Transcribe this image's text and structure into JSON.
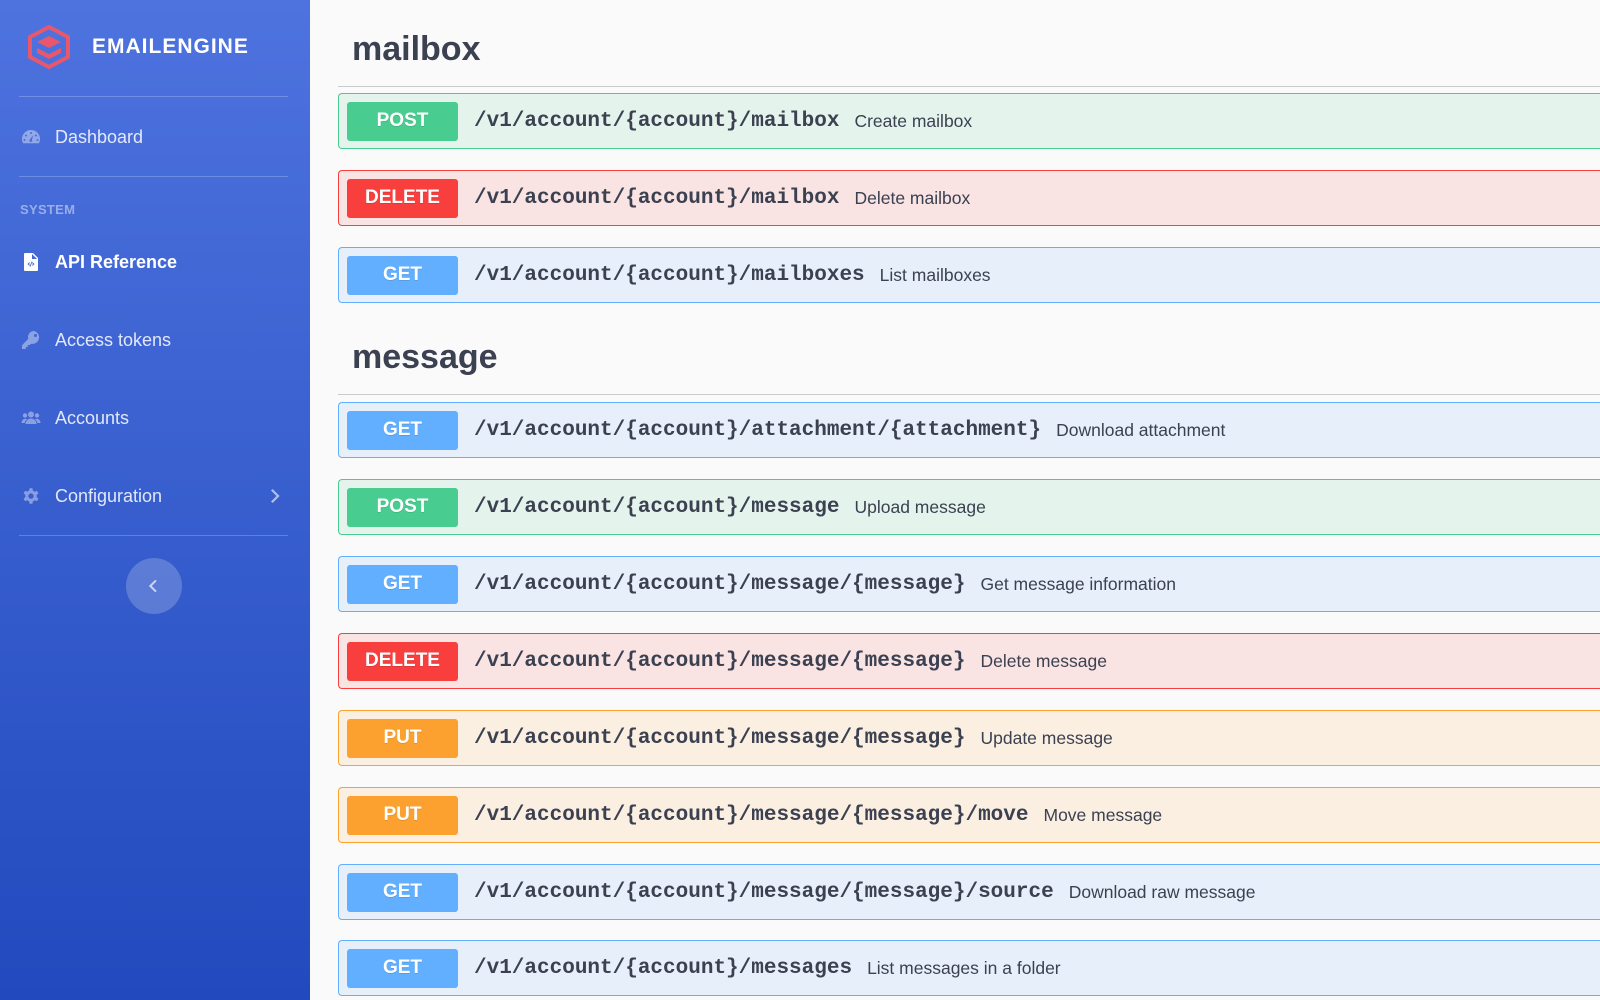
{
  "brand": {
    "name": "EMAILENGINE"
  },
  "sidebar": {
    "dashboard": "Dashboard",
    "section_heading": "SYSTEM",
    "items": [
      {
        "label": "API Reference",
        "icon": "file-code-icon",
        "active": true
      },
      {
        "label": "Access tokens",
        "icon": "key-icon"
      },
      {
        "label": "Accounts",
        "icon": "users-icon"
      },
      {
        "label": "Configuration",
        "icon": "gear-icon",
        "has_submenu": true
      }
    ]
  },
  "sections": [
    {
      "title": "mailbox",
      "operations": [
        {
          "method": "POST",
          "path": "/v1/account/{account}/mailbox",
          "summary": "Create mailbox"
        },
        {
          "method": "DELETE",
          "path": "/v1/account/{account}/mailbox",
          "summary": "Delete mailbox"
        },
        {
          "method": "GET",
          "path": "/v1/account/{account}/mailboxes",
          "summary": "List mailboxes"
        }
      ]
    },
    {
      "title": "message",
      "operations": [
        {
          "method": "GET",
          "path": "/v1/account/{account}/attachment/{attachment}",
          "summary": "Download attachment"
        },
        {
          "method": "POST",
          "path": "/v1/account/{account}/message",
          "summary": "Upload message"
        },
        {
          "method": "GET",
          "path": "/v1/account/{account}/message/{message}",
          "summary": "Get message information"
        },
        {
          "method": "DELETE",
          "path": "/v1/account/{account}/message/{message}",
          "summary": "Delete message"
        },
        {
          "method": "PUT",
          "path": "/v1/account/{account}/message/{message}",
          "summary": "Update message"
        },
        {
          "method": "PUT",
          "path": "/v1/account/{account}/message/{message}/move",
          "summary": "Move message"
        },
        {
          "method": "GET",
          "path": "/v1/account/{account}/message/{message}/source",
          "summary": "Download raw message"
        },
        {
          "method": "GET",
          "path": "/v1/account/{account}/messages",
          "summary": "List messages in a folder"
        }
      ]
    }
  ],
  "colors": {
    "sidebar_top": "#4e73df",
    "sidebar_bottom": "#224abe",
    "post": "#49cc90",
    "delete": "#f93e3e",
    "get": "#61affe",
    "put": "#fca130"
  }
}
